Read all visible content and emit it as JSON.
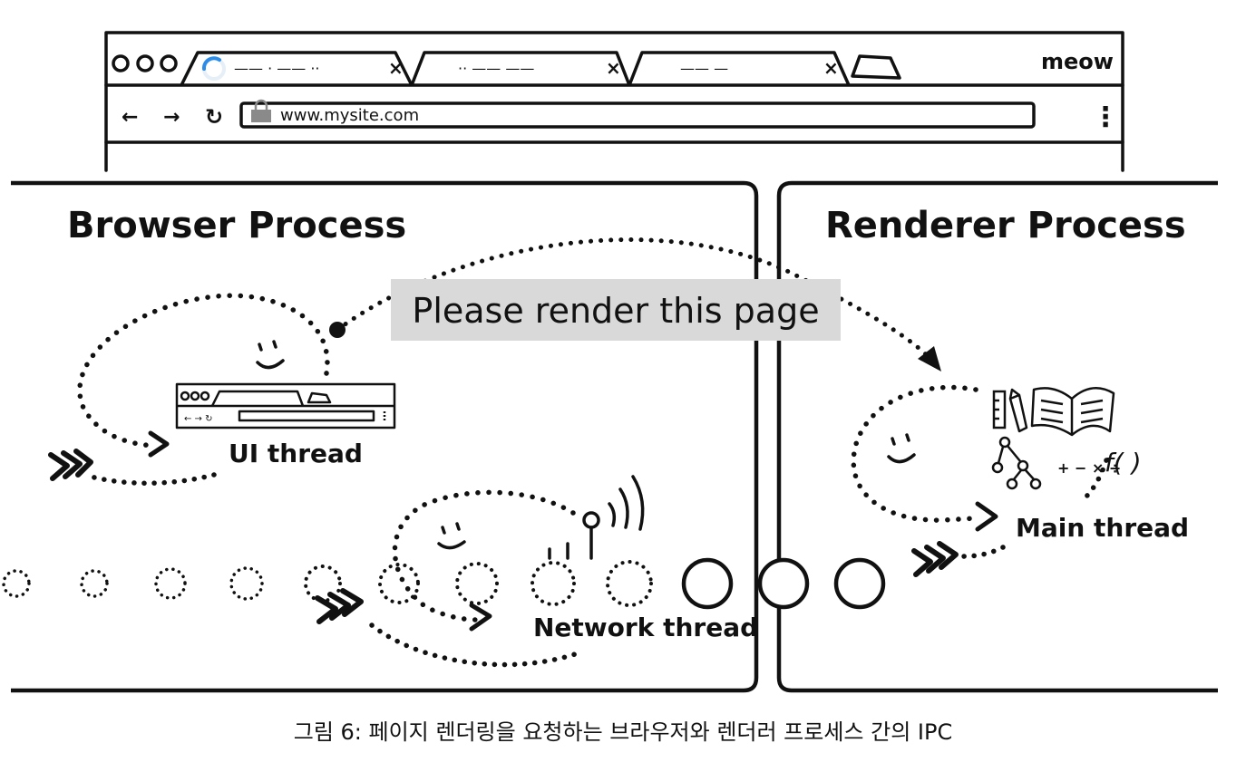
{
  "browser_window": {
    "url": "www.mysite.com",
    "brand": "meow",
    "tabs": [
      {
        "label": "—— · —— ··",
        "close": "×",
        "active": true
      },
      {
        "label": "·· —— ——",
        "close": "×",
        "active": false
      },
      {
        "label": "—— —",
        "close": "×",
        "active": false
      }
    ],
    "nav": {
      "back": "←",
      "forward": "→",
      "reload": "↻",
      "menu": "⋮"
    }
  },
  "browser_process": {
    "title": "Browser Process",
    "ui_thread_label": "UI thread",
    "network_thread_label": "Network thread"
  },
  "renderer_process": {
    "title": "Renderer Process",
    "main_thread_label": "Main thread",
    "function_label": "f( )",
    "math_symbols": "+ − × ÷"
  },
  "message": {
    "text": "Please render this page"
  },
  "caption": {
    "text": "그림 6: 페이지 렌더링을 요청하는 브라우저와 렌더러 프로세스 간의 IPC"
  },
  "colors": {
    "ink": "#111111",
    "message_bg": "#d9d9d9",
    "loading_accent": "#2b8de8",
    "lock_gray": "#8a8a8a"
  },
  "icons": [
    "loading-spinner-icon",
    "lock-icon",
    "back-arrow-icon",
    "forward-arrow-icon",
    "reload-icon",
    "menu-dots-icon",
    "new-tab-icon",
    "book-icon",
    "pencil-icon",
    "ruler-icon",
    "tree-icon",
    "antenna-icon"
  ]
}
